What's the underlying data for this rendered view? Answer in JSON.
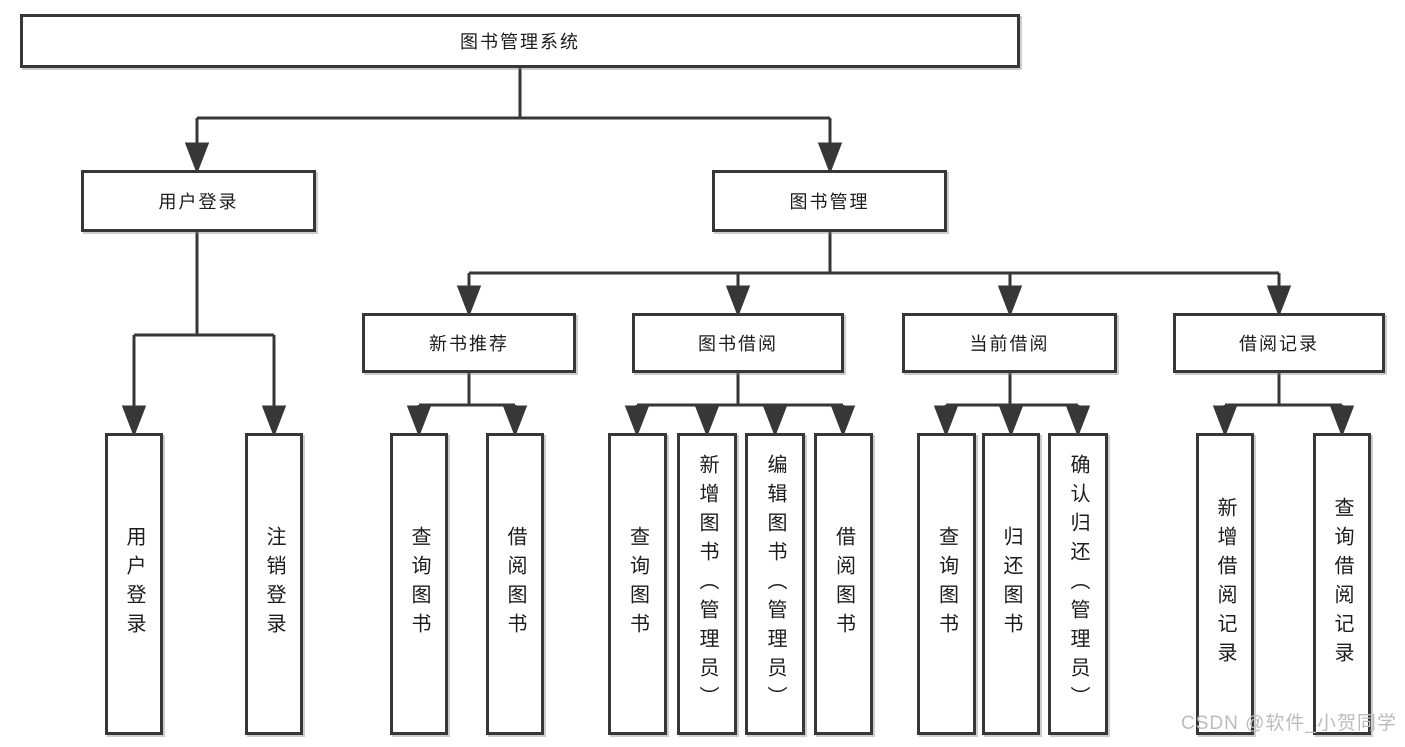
{
  "diagram": {
    "root": {
      "label": "图书管理系统"
    },
    "level2": [
      {
        "label": "用户登录"
      },
      {
        "label": "图书管理"
      }
    ],
    "level3": [
      {
        "label": "新书推荐"
      },
      {
        "label": "图书借阅"
      },
      {
        "label": "当前借阅"
      },
      {
        "label": "借阅记录"
      }
    ],
    "leaves": {
      "user_login": [
        {
          "label": "用户登录"
        },
        {
          "label": "注销登录"
        }
      ],
      "new_book": [
        {
          "label": "查询图书"
        },
        {
          "label": "借阅图书"
        }
      ],
      "book_borrow": [
        {
          "label": "查询图书"
        },
        {
          "label": "新增图书（管理员）"
        },
        {
          "label": "编辑图书（管理员）"
        },
        {
          "label": "借阅图书"
        }
      ],
      "current_borrow": [
        {
          "label": "查询图书"
        },
        {
          "label": "归还图书"
        },
        {
          "label": "确认归还（管理员）"
        }
      ],
      "borrow_records": [
        {
          "label": "新增借阅记录"
        },
        {
          "label": "查询借阅记录"
        }
      ]
    }
  },
  "watermark": {
    "text": "CSDN @软件_小贺同学"
  },
  "colors": {
    "line": "#373737",
    "box_border": "#373737",
    "box_fill": "#ffffff",
    "text": "#1c1c1c",
    "watermark": "#bcbcbc"
  }
}
